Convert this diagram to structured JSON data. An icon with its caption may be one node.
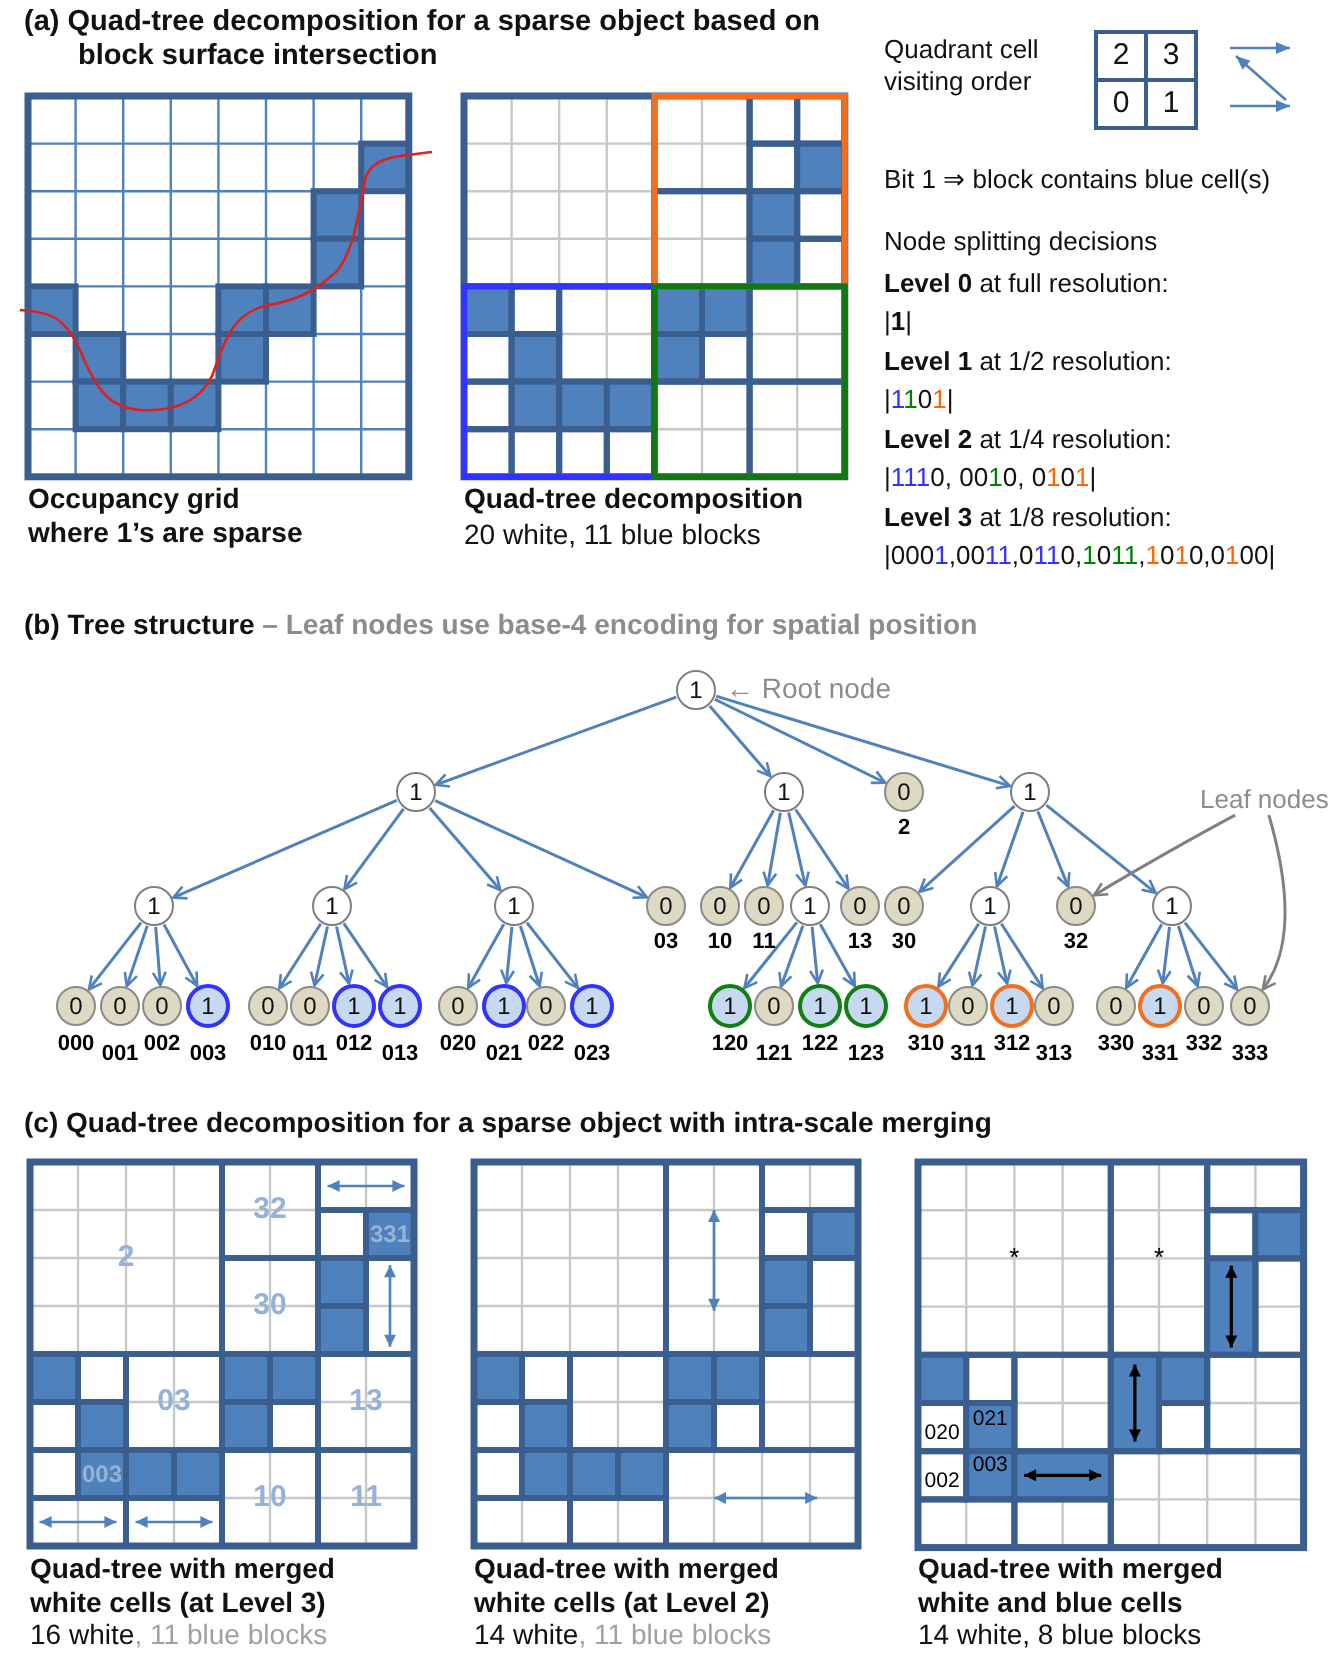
{
  "diagram": {
    "nodes": [
      {
        "text": [
          "1"
        ],
        "beside": [
          "← Root node"
        ]
      },
      {
        "text": [
          "1"
        ]
      },
      {
        "text": [
          "1"
        ]
      },
      {
        "text": [
          "0"
        ],
        "beside": [
          "2"
        ]
      },
      {
        "text": [
          "1"
        ]
      },
      {
        "text": [
          "1"
        ]
      },
      {
        "text": [
          "1"
        ]
      },
      {
        "text": [
          "1"
        ]
      },
      {
        "text": [
          "0"
        ],
        "beside": [
          "03"
        ]
      },
      {
        "text": [
          "0"
        ],
        "beside": [
          "10"
        ]
      },
      {
        "text": [
          "0"
        ],
        "beside": [
          "11"
        ]
      },
      {
        "text": [
          "1"
        ]
      },
      {
        "text": [
          "0"
        ],
        "beside": [
          "13"
        ]
      },
      {
        "text": [
          "0"
        ],
        "beside": [
          "30"
        ]
      },
      {
        "text": [
          "1"
        ]
      },
      {
        "text": [
          "0"
        ],
        "beside": [
          "32"
        ]
      },
      {
        "text": [
          "1"
        ]
      },
      {
        "text": [
          "0"
        ],
        "beside": [
          "000"
        ]
      },
      {
        "text": [
          "0"
        ],
        "beside": [
          "001"
        ]
      },
      {
        "text": [
          "0"
        ],
        "beside": [
          "002"
        ]
      },
      {
        "text": [
          "1"
        ],
        "beside": [
          "003"
        ]
      },
      {
        "text": [
          "0"
        ],
        "beside": [
          "010"
        ]
      },
      {
        "text": [
          "0"
        ],
        "beside": [
          "011"
        ]
      },
      {
        "text": [
          "1"
        ],
        "beside": [
          "012"
        ]
      },
      {
        "text": [
          "1"
        ],
        "beside": [
          "013"
        ]
      },
      {
        "text": [
          "0"
        ],
        "beside": [
          "020"
        ]
      },
      {
        "text": [
          "1"
        ],
        "beside": [
          "021"
        ]
      },
      {
        "text": [
          "0"
        ],
        "beside": [
          "022"
        ]
      },
      {
        "text": [
          "1"
        ],
        "beside": [
          "023"
        ]
      },
      {
        "text": [
          "1"
        ],
        "beside": [
          "120"
        ]
      },
      {
        "text": [
          "0"
        ],
        "beside": [
          "121"
        ]
      },
      {
        "text": [
          "1"
        ],
        "beside": [
          "122"
        ]
      },
      {
        "text": [
          "1"
        ],
        "beside": [
          "123"
        ]
      },
      {
        "text": [
          "1"
        ],
        "beside": [
          "310"
        ]
      },
      {
        "text": [
          "0"
        ],
        "beside": [
          "311"
        ]
      },
      {
        "text": [
          "1"
        ],
        "beside": [
          "312"
        ]
      },
      {
        "text": [
          "0"
        ],
        "beside": [
          "313"
        ]
      },
      {
        "text": [
          "0"
        ],
        "beside": [
          "330"
        ]
      },
      {
        "text": [
          "1"
        ],
        "beside": [
          "331"
        ]
      },
      {
        "text": [
          "0"
        ],
        "beside": [
          "332"
        ]
      },
      {
        "text": [
          "0"
        ],
        "beside": [
          "333"
        ]
      },
      {
        "text": [
          "Leaf nodes"
        ]
      }
    ],
    "edges": [
      {
        "from": 0,
        "to": 1,
        "arrow": "to"
      },
      {
        "from": 0,
        "to": 2,
        "arrow": "to"
      },
      {
        "from": 0,
        "to": 3,
        "arrow": "to"
      },
      {
        "from": 0,
        "to": 4,
        "arrow": "to"
      },
      {
        "from": 1,
        "to": 5,
        "arrow": "to"
      },
      {
        "from": 1,
        "to": 6,
        "arrow": "to"
      },
      {
        "from": 1,
        "to": 7,
        "arrow": "to"
      },
      {
        "from": 1,
        "to": 8,
        "arrow": "to"
      },
      {
        "from": 2,
        "to": 9,
        "arrow": "to"
      },
      {
        "from": 2,
        "to": 10,
        "arrow": "to"
      },
      {
        "from": 2,
        "to": 11,
        "arrow": "to"
      },
      {
        "from": 2,
        "to": 12,
        "arrow": "to"
      },
      {
        "from": 4,
        "to": 13,
        "arrow": "to"
      },
      {
        "from": 4,
        "to": 14,
        "arrow": "to"
      },
      {
        "from": 4,
        "to": 15,
        "arrow": "to"
      },
      {
        "from": 4,
        "to": 16,
        "arrow": "to"
      },
      {
        "from": 5,
        "to": 17,
        "arrow": "to"
      },
      {
        "from": 5,
        "to": 18,
        "arrow": "to"
      },
      {
        "from": 5,
        "to": 19,
        "arrow": "to"
      },
      {
        "from": 5,
        "to": 20,
        "arrow": "to"
      },
      {
        "from": 6,
        "to": 21,
        "arrow": "to"
      },
      {
        "from": 6,
        "to": 22,
        "arrow": "to"
      },
      {
        "from": 6,
        "to": 23,
        "arrow": "to"
      },
      {
        "from": 6,
        "to": 24,
        "arrow": "to"
      },
      {
        "from": 7,
        "to": 25,
        "arrow": "to"
      },
      {
        "from": 7,
        "to": 26,
        "arrow": "to"
      },
      {
        "from": 7,
        "to": 27,
        "arrow": "to"
      },
      {
        "from": 7,
        "to": 28,
        "arrow": "to"
      },
      {
        "from": 11,
        "to": 29,
        "arrow": "to"
      },
      {
        "from": 11,
        "to": 30,
        "arrow": "to"
      },
      {
        "from": 11,
        "to": 31,
        "arrow": "to"
      },
      {
        "from": 11,
        "to": 32,
        "arrow": "to"
      },
      {
        "from": 14,
        "to": 33,
        "arrow": "to"
      },
      {
        "from": 14,
        "to": 34,
        "arrow": "to"
      },
      {
        "from": 14,
        "to": 35,
        "arrow": "to"
      },
      {
        "from": 14,
        "to": 36,
        "arrow": "to"
      },
      {
        "from": 16,
        "to": 37,
        "arrow": "to"
      },
      {
        "from": 16,
        "to": 38,
        "arrow": "to"
      },
      {
        "from": 16,
        "to": 39,
        "arrow": "to"
      },
      {
        "from": 16,
        "to": 40,
        "arrow": "to"
      },
      {
        "from": 41,
        "to": 15,
        "arrow": "to",
        "color": "#808080"
      },
      {
        "from": 41,
        "to": 40,
        "arrow": "to",
        "color": "#808080"
      }
    ],
    "labels": [
      "(a) Quad-tree decomposition for a sparse object based on block surface intersection",
      "Quadrant cell visiting order",
      "2",
      "3",
      "0",
      "1",
      "Bit 1 ⇒ block contains blue cell(s)",
      "Node splitting decisions",
      "**Level 0** at full resolution:",
      "|**1**|",
      "**Level 1** at 1/2 resolution:",
      "|1101|",
      "**Level 2** at 1/4 resolution:",
      "|1110, 0010, 0101|",
      "**Level 3** at 1/8 resolution:",
      "|0001,0011,0110,1011,1010,0100|",
      "Occupancy grid where 1’s are sparse",
      "Quad-tree decomposition",
      "20 white, 11 blue blocks",
      "(b) Tree structure – Leaf nodes use base-4 encoding for spatial position",
      "(c) Quad-tree decomposition for a sparse object with intra-scale merging",
      "2",
      "32",
      "331",
      "30",
      "03",
      "13",
      "003",
      "10",
      "11",
      "*",
      "*",
      "021",
      "020",
      "003",
      "002",
      "Quad-tree with merged white cells (at Level 3)",
      "16 white, 11 blue blocks",
      "Quad-tree with merged white cells (at Level 2)",
      "14 white, 11 blue blocks",
      "Quad-tree with merged white and blue cells",
      "14 white, 8 blue blocks"
    ]
  }
}
